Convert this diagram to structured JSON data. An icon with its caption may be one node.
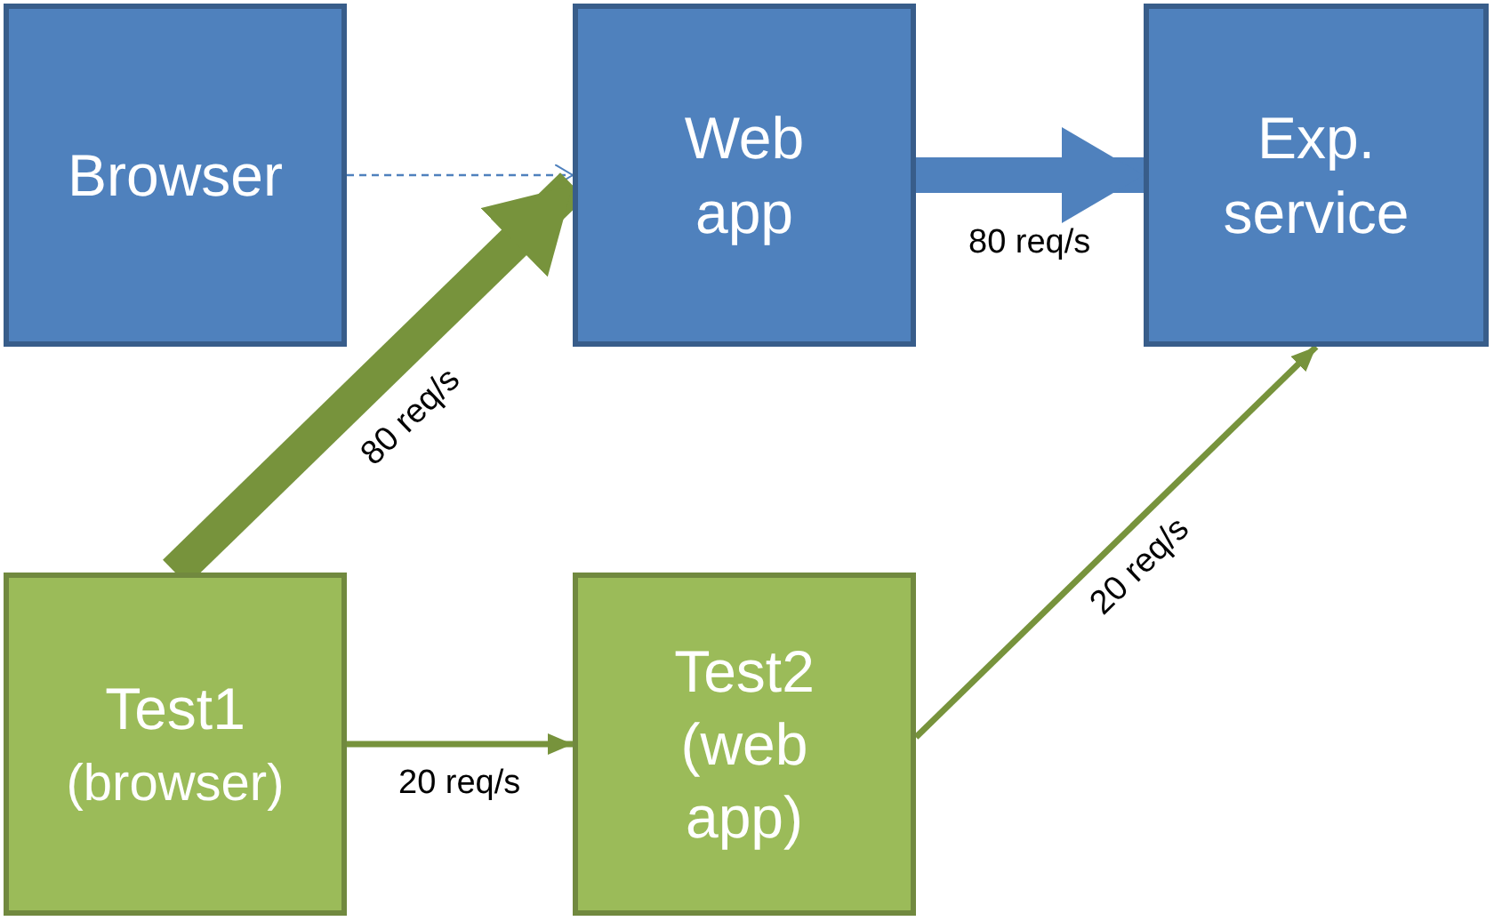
{
  "diagram": {
    "nodes": [
      {
        "text": [
          "Browser"
        ]
      },
      {
        "text": [
          "Web app"
        ]
      },
      {
        "text": [
          "Exp. service"
        ]
      },
      {
        "text": [
          "Test1",
          "(browser)"
        ]
      },
      {
        "text": [
          "Test2 (web app)"
        ]
      }
    ],
    "edges": [
      {
        "from": 0,
        "to": 1,
        "arrow": "to",
        "style": "dashed",
        "color": "#4f81bd"
      },
      {
        "from": 1,
        "to": 2,
        "arrow": "to",
        "style": "thick",
        "color": "#4f81bd",
        "label": "80 req/s"
      },
      {
        "from": 3,
        "to": 1,
        "arrow": "to",
        "style": "thick",
        "label": "80 req/s"
      },
      {
        "from": 3,
        "to": 4,
        "arrow": "to",
        "label": "20 req/s"
      },
      {
        "from": 4,
        "to": 2,
        "arrow": "to",
        "label": "20 req/s"
      }
    ]
  }
}
